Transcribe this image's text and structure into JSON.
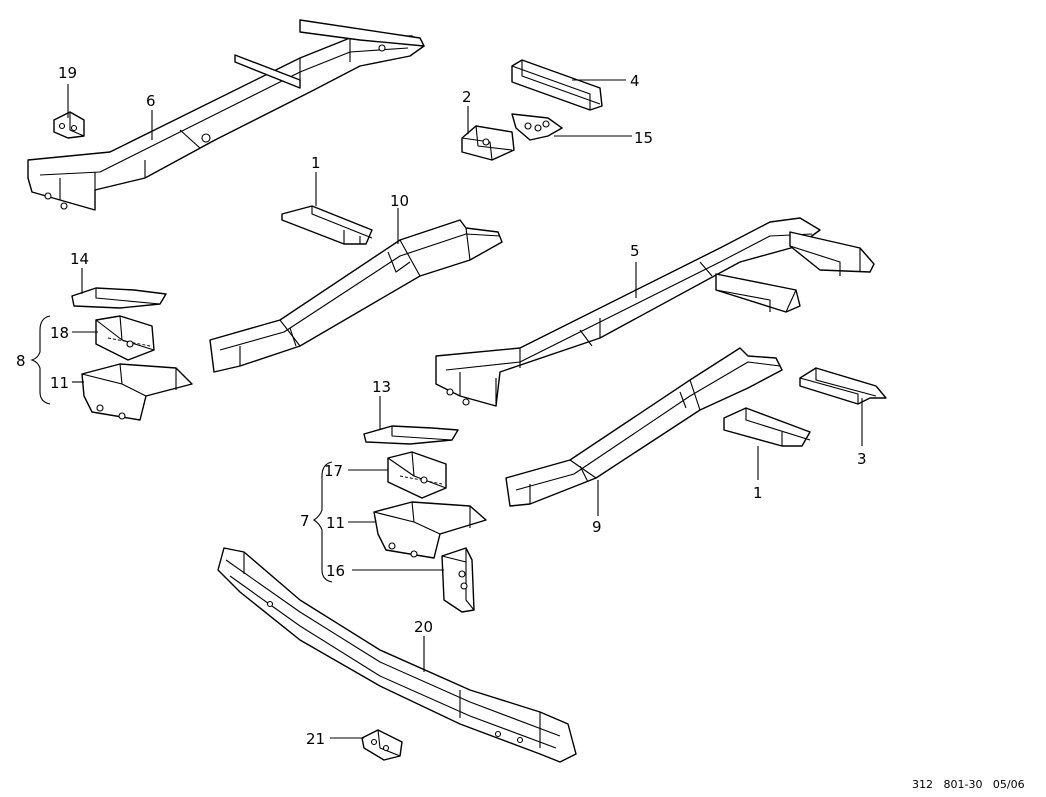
{
  "callouts": {
    "c1a": "1",
    "c1b": "1",
    "c2": "2",
    "c3": "3",
    "c4": "4",
    "c5": "5",
    "c6": "6",
    "c7": "7",
    "c8": "8",
    "c9": "9",
    "c10": "10",
    "c11a": "11",
    "c11b": "11",
    "c13": "13",
    "c14": "14",
    "c15": "15",
    "c16": "16",
    "c17": "17",
    "c18": "18",
    "c19": "19",
    "c20": "20",
    "c21": "21"
  },
  "footer": {
    "text": "312   801-30   05/06"
  }
}
